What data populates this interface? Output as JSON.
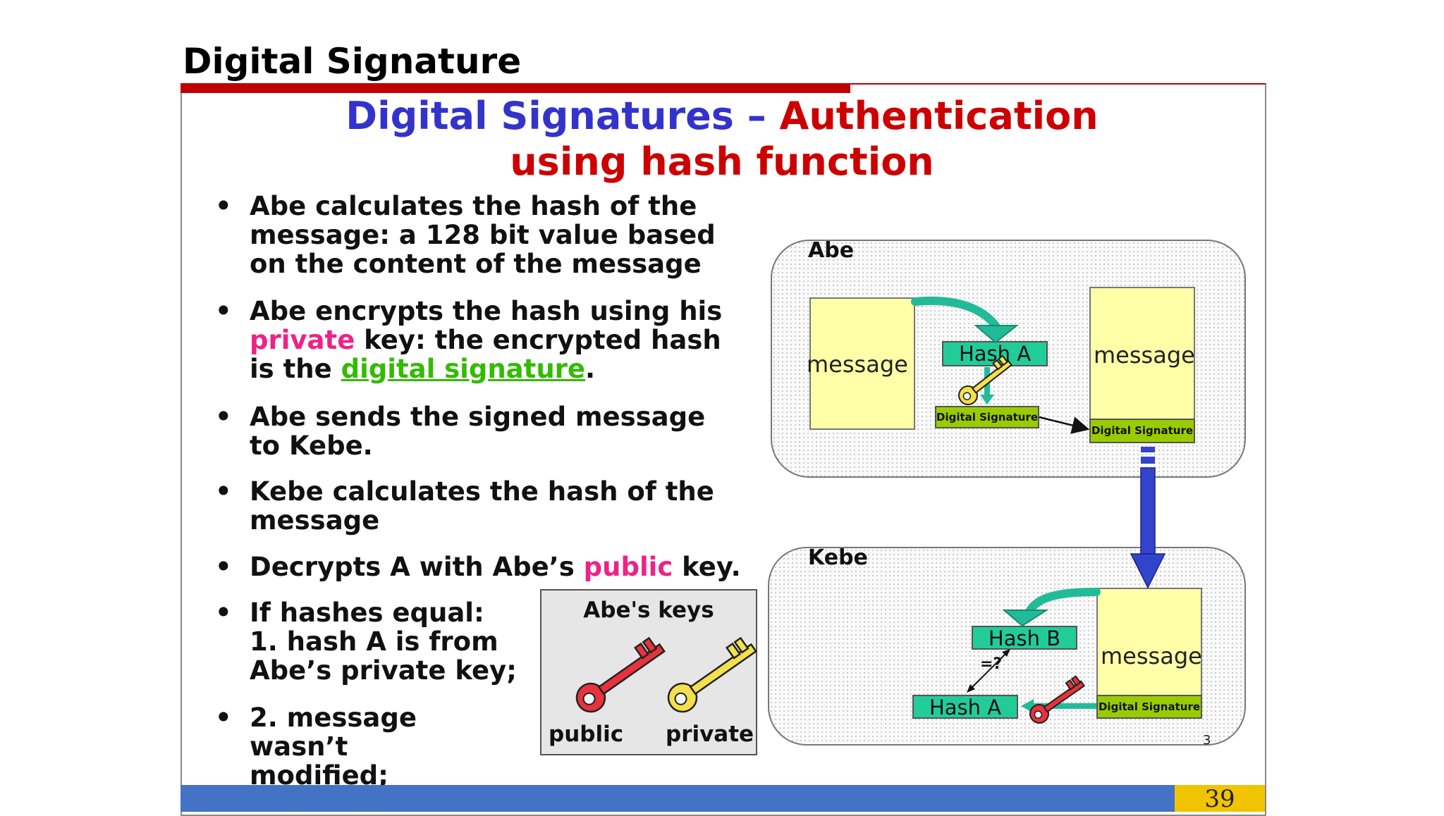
{
  "page_title": "Digital Signature",
  "slide_title": {
    "line1_part1": "Digital Signatures – ",
    "line1_part2": "Authentication",
    "line2": "using hash function"
  },
  "bullets": [
    {
      "marker": "•",
      "text": "Abe calculates the hash of the message: a 128 bit value based on the content of the message"
    },
    {
      "marker": "•",
      "part1": "Abe encrypts the hash using his ",
      "highlight": "private",
      "part2": " key: the encrypted hash is the ",
      "link": "digital signature",
      "part3": "."
    },
    {
      "marker": "•",
      "text": "Abe sends the signed message to Kebe."
    },
    {
      "marker": "•",
      "text": "Kebe calculates the hash of the message"
    },
    {
      "marker": "•",
      "part1": "Decrypts  A with Abe’s ",
      "highlight": "public",
      "part2": " key."
    },
    {
      "marker": "•",
      "line1": "If hashes equal:",
      "line2": "1. hash A is from",
      "line3": "Abe’s private key;"
    },
    {
      "marker": "•",
      "line1": "2. message wasn’t",
      "line2": "modified;"
    }
  ],
  "keys_box": {
    "title": "Abe's keys",
    "public_label": "public",
    "private_label": "private"
  },
  "diagram": {
    "abe": {
      "label": "Abe",
      "message_left": "message",
      "hash": "Hash A",
      "signature": "Digital Signature",
      "message_right": "message",
      "message_signature": "Digital Signature"
    },
    "kebe": {
      "label": "Kebe",
      "hash_b": "Hash B",
      "compare": "=?",
      "hash_a": "Hash A",
      "message": "message",
      "message_signature": "Digital Signature"
    },
    "slide_number": "3"
  },
  "footer": {
    "page_number": "39"
  },
  "colors": {
    "title_red": "#cc0000",
    "title_blue": "#3333cc",
    "highlight_pink": "#ee2288",
    "link_green": "#33bb00",
    "footer_blue": "#4472c4",
    "footer_gold": "#f0c400",
    "hash_teal": "#22cc99",
    "message_yellow": "#ffffa8",
    "signature_green": "#99cc00",
    "private_key": "#f4e04d",
    "public_key": "#e8323c",
    "arrow_blue": "#3344cc"
  }
}
